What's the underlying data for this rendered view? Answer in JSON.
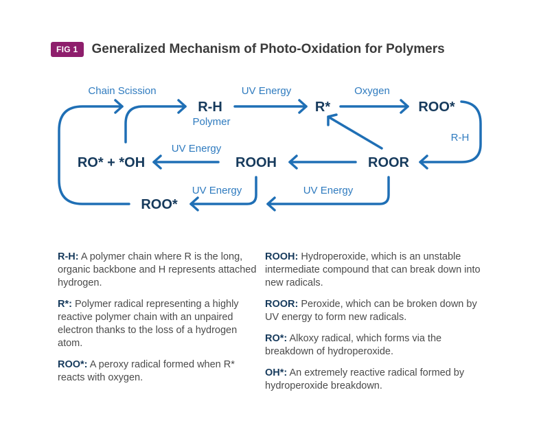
{
  "figure": {
    "badge": "FIG 1",
    "title": "Generalized Mechanism of Photo-Oxidation for Polymers"
  },
  "colors": {
    "badge": "#8e1e6c",
    "arrow": "#1f6fb5",
    "label": "#2f7bbf",
    "node": "#163a5c",
    "body_text": "#4a4a4a"
  },
  "diagram": {
    "nodes": {
      "rh": "R-H",
      "rh_sub": "Polymer",
      "r_star": "R*",
      "roo_star_top": "ROO*",
      "roor": "ROOR",
      "rooh": "ROOH",
      "ro_oh": "RO* + *OH",
      "roo_star_bottom": "ROO*"
    },
    "edge_labels": {
      "chain_scission": "Chain Scission",
      "uv_rh_r": "UV Energy",
      "oxygen": "Oxygen",
      "rh_loop": "R-H",
      "uv_rooh_ro": "UV Energy",
      "uv_rooh_roo": "UV Energy",
      "uv_roor_roo": "UV Energy"
    }
  },
  "definitions": {
    "left": [
      {
        "term": "R-H:",
        "text": " A polymer chain where R is the long, organic backbone and H represents attached hydrogen."
      },
      {
        "term": "R*:",
        "text": " Polymer radical representing a highly reactive polymer chain with an unpaired electron thanks to the loss of a hydrogen atom."
      },
      {
        "term": "ROO*:",
        "text": " A peroxy radical formed when R* reacts with oxygen."
      }
    ],
    "right": [
      {
        "term": "ROOH:",
        "text": " Hydroperoxide, which is an unstable intermediate compound that can break down into new radicals."
      },
      {
        "term": "ROOR:",
        "text": " Peroxide, which can be broken down by UV energy to form new radicals."
      },
      {
        "term": "RO*:",
        "text": " Alkoxy radical, which forms via the breakdown of hydroperoxide."
      },
      {
        "term": "OH*:",
        "text": " An extremely reactive radical formed by hydroperoxide breakdown."
      }
    ]
  }
}
